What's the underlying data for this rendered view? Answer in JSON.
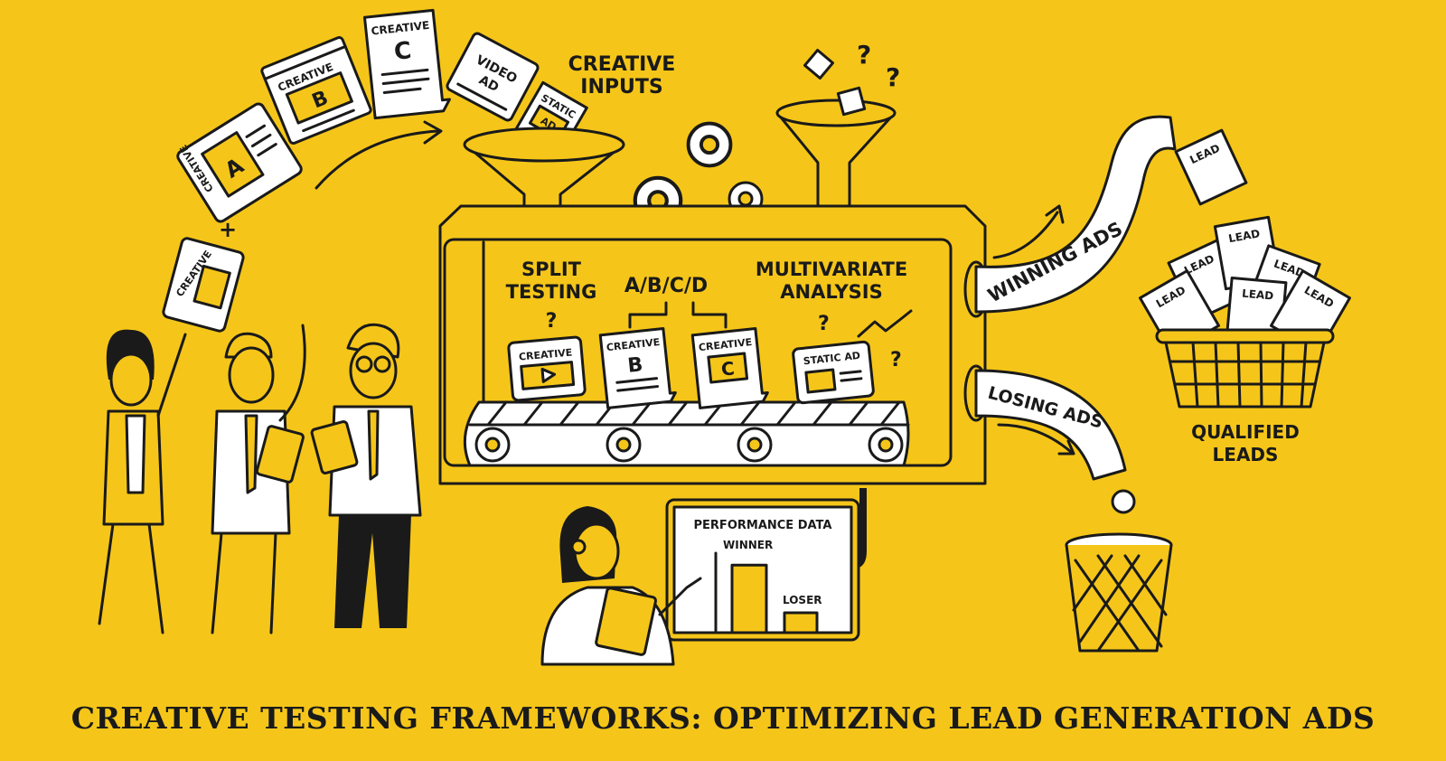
{
  "colors": {
    "background": "#F5C619",
    "ink": "#1a1a1a",
    "paper": "#ffffff"
  },
  "inputs": {
    "label_line1": "CREATIVE",
    "label_line2": "INPUTS",
    "cards": [
      {
        "top": "CREATIVE",
        "letter": "A"
      },
      {
        "top": "CREATIVE",
        "letter": "B"
      },
      {
        "top": "CREATIVE",
        "letter": "C"
      },
      {
        "top": "VIDEO",
        "letter": "AD"
      },
      {
        "top": "STATIC",
        "letter": "AD"
      }
    ],
    "question_marks": [
      "?",
      "?"
    ]
  },
  "machine": {
    "split_testing": [
      "SPLIT",
      "TESTING"
    ],
    "abcd": "A/B/C/D",
    "multivariate": [
      "MULTIVARIATE",
      "ANALYSIS"
    ],
    "question": "?",
    "belt_items": [
      {
        "top": "CREATIVE",
        "letter": ""
      },
      {
        "top": "CREATIVE",
        "letter": "B"
      },
      {
        "top": "CREATIVE",
        "letter": "C"
      },
      {
        "top": "STATIC AD",
        "letter": ""
      }
    ]
  },
  "outputs": {
    "winning": "WINNING ADS",
    "losing": "LOSING ADS",
    "lead_label": "LEAD",
    "qualified": [
      "QUALIFIED",
      "LEADS"
    ]
  },
  "performance": {
    "title": "PERFORMANCE DATA",
    "winner": "WINNER",
    "loser": "LOSER",
    "winner_level": 0.85,
    "loser_level": 0.25
  },
  "title": "CREATIVE TESTING FRAMEWORKS: OPTIMIZING LEAD GENERATION ADS"
}
